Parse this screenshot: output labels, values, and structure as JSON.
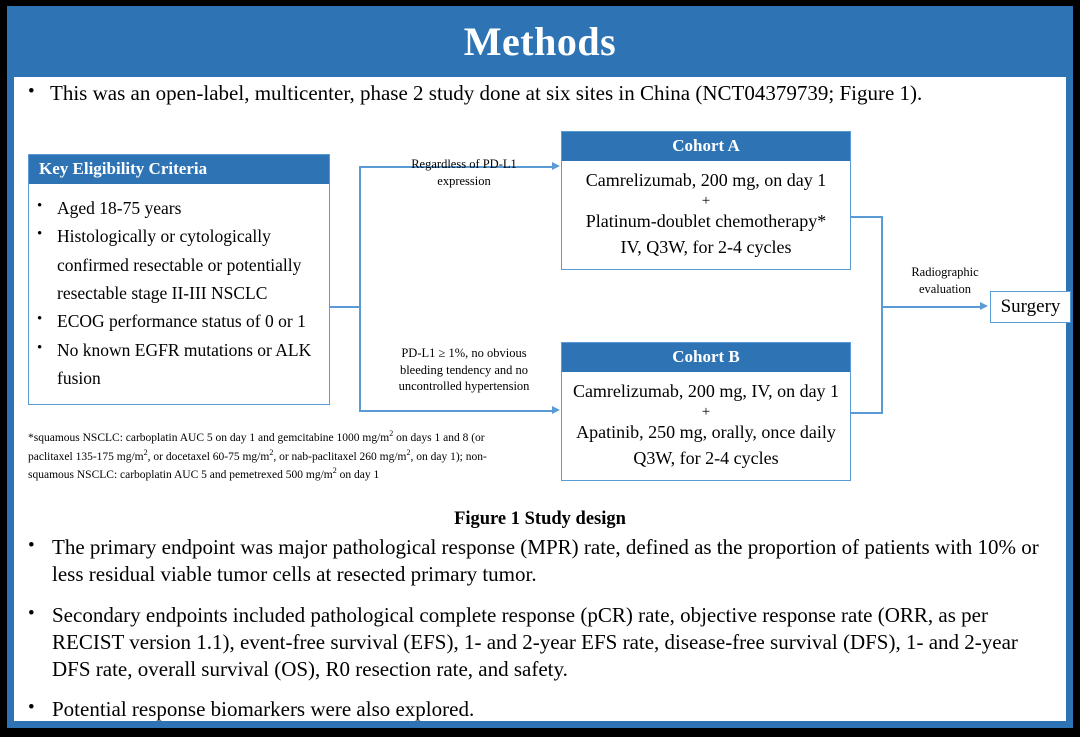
{
  "slide": {
    "title": "Methods",
    "accent_color": "#2E74B5",
    "line_color": "#5B9BD5"
  },
  "intro": {
    "bullet": "•",
    "text": "This was an open-label, multicenter, phase 2 study done at six sites in China (NCT04379739; Figure 1)."
  },
  "figure": {
    "caption": "Figure 1 Study design",
    "eligibility": {
      "header": "Key  Eligibility Criteria",
      "bullet": "•",
      "items": [
        "Aged 18-75 years",
        "Histologically or cytologically confirmed resectable or potentially resectable stage II-III  NSCLC",
        "ECOG performance status of 0 or 1",
        "No known EGFR mutations or ALK fusion"
      ]
    },
    "footnote": {
      "line1_a": "*squamous NSCLC: carboplatin AUC 5 on day 1 and gemcitabine 1000 mg/m",
      "line1_b": "2",
      "line1_c": " on days 1 and 8 (or",
      "line2_a": "paclitaxel  135-175  mg/m",
      "line2_b": "2",
      "line2_c": ", or docetaxel 60-75 mg/m",
      "line2_d": "2",
      "line2_e": ", or nab-paclitaxel 260 mg/m",
      "line2_f": "2",
      "line2_g": ", on day 1); non-",
      "line3_a": "squamous NSCLC: carboplatin AUC 5 and pemetrexed 500 mg/m",
      "line3_b": "2",
      "line3_c": " on day 1"
    },
    "branch_top_label": "Regardless  of PD-L1\nexpression",
    "branch_bottom_label": "PD-L1 ≥ 1%, no obvious\nbleeding tendency and no\nuncontrolled  hypertension",
    "radiographic_label": "Radiographic\nevaluation",
    "cohort_a": {
      "header": "Cohort A",
      "line1": "Camrelizumab, 200 mg, on day 1",
      "plus": "+",
      "line2": "Platinum-doublet chemotherapy*",
      "line3": "IV, Q3W, for 2-4 cycles"
    },
    "cohort_b": {
      "header": "Cohort B",
      "line1": "Camrelizumab, 200 mg, IV, on day 1",
      "plus": "+",
      "line2": "Apatinib, 250 mg, orally, once daily",
      "line3": "Q3W, for 2-4 cycles"
    },
    "surgery": "Surgery"
  },
  "endpoints": {
    "bullet": "•",
    "items": [
      "The primary endpoint was major pathological response (MPR) rate, defined as the proportion of patients with 10% or less residual viable tumor cells at resected primary tumor.",
      "Secondary endpoints included pathological complete response (pCR) rate, objective response rate (ORR, as per RECIST version 1.1), event-free survival (EFS), 1- and 2-year EFS rate, disease-free survival (DFS), 1- and 2-year DFS rate, overall survival (OS), R0 resection rate, and safety.",
      "Potential response biomarkers were also explored."
    ]
  }
}
